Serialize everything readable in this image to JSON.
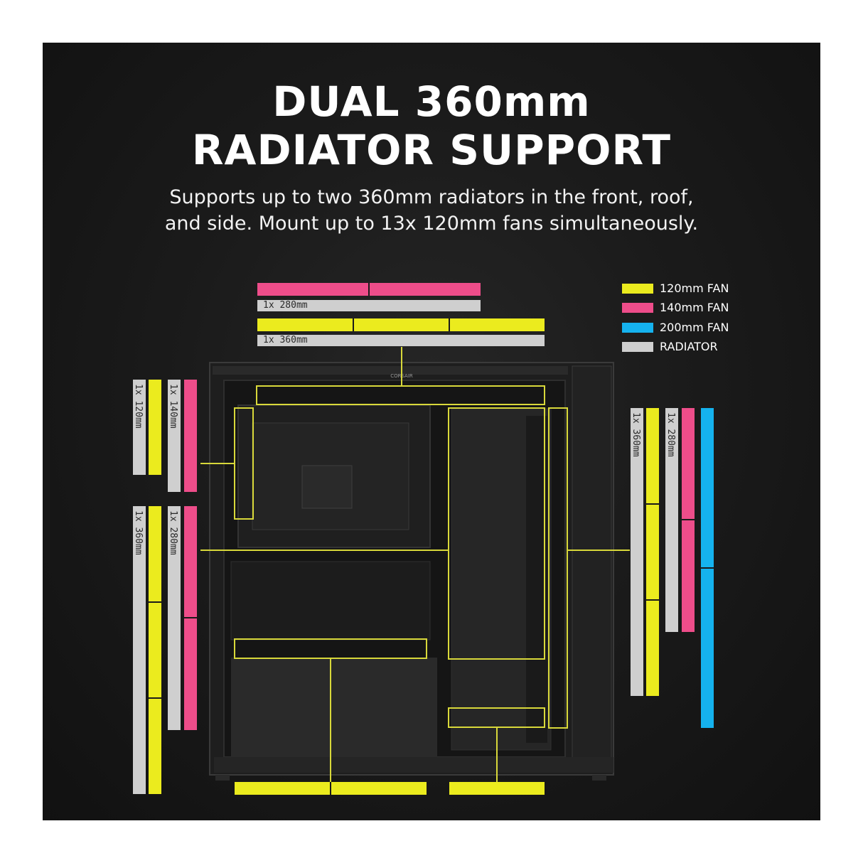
{
  "title_line1": "DUAL 360mm",
  "title_line2": "RADIATOR SUPPORT",
  "subtitle_line1": "Supports up to two 360mm radiators in the front, roof,",
  "subtitle_line2": "and side. Mount up to 13x 120mm fans simultaneously.",
  "legend": [
    {
      "label": "120mm FAN",
      "color": "#ebeb1e"
    },
    {
      "label": "140mm FAN",
      "color": "#ee4d8a"
    },
    {
      "label": "200mm FAN",
      "color": "#15b2ee"
    },
    {
      "label": "RADIATOR",
      "color": "#cfcfcf"
    }
  ],
  "labels": {
    "top_280": "1x 280mm",
    "top_360": "1x 360mm",
    "rear_120": "1x 120mm",
    "rear_140": "1x 140mm",
    "side_360": "1x 360mm",
    "side_280": "1x 280mm",
    "front_360": "1x 360mm",
    "front_280": "1x 280mm"
  },
  "brand_mark": "CORSAIR"
}
